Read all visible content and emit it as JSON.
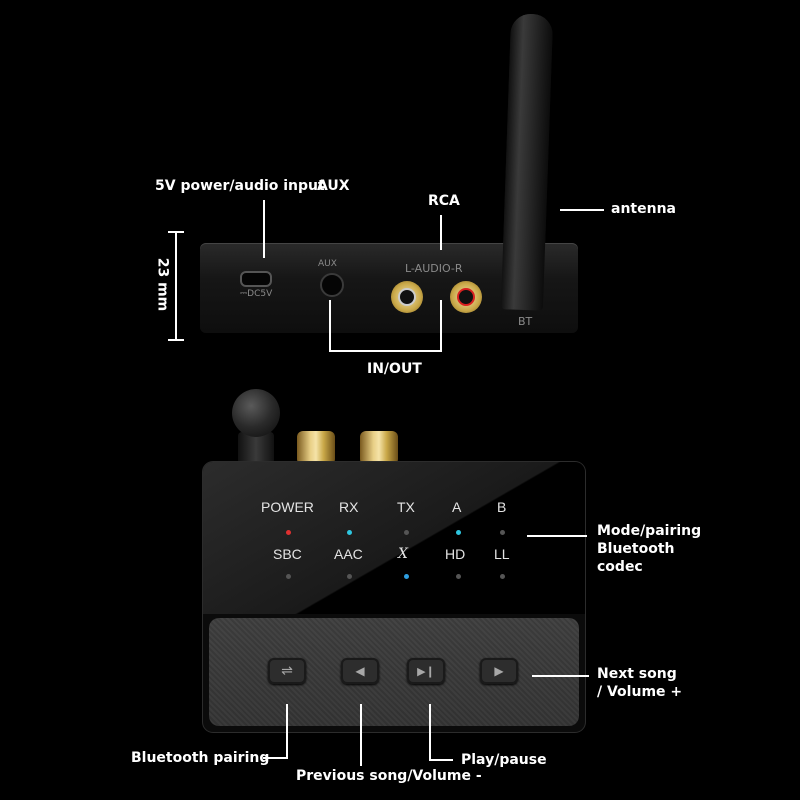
{
  "callouts": {
    "power_input": "5V power/audio input",
    "aux": "AUX",
    "rca": "RCA",
    "antenna": "antenna",
    "dimension": "23 mm",
    "in_out": "IN/OUT",
    "mode_pairing_line1": "Mode/pairing",
    "mode_pairing_line2": "Bluetooth",
    "mode_pairing_line3": "codec",
    "next_song_line1": "Next song",
    "next_song_line2": "/ Volume +",
    "bluetooth_pairing": "Bluetooth pairing",
    "play_pause": "Play/pause",
    "prev_song": "Previous song/Volume -"
  },
  "device_markings": {
    "usb_label": "⎓DC5V",
    "aux_label": "AUX",
    "rca_label": "L-AUDIO-R",
    "bt_label": "BT"
  },
  "indicators": {
    "row1": [
      {
        "label": "POWER",
        "led": "#e03030"
      },
      {
        "label": "RX",
        "led": "#2ec6e0"
      },
      {
        "label": "TX",
        "led": "#555555"
      },
      {
        "label": "A",
        "led": "#2ec6e0"
      },
      {
        "label": "B",
        "led": "#555555"
      }
    ],
    "row2": [
      {
        "label": "SBC",
        "led": "#555555"
      },
      {
        "label": "AAC",
        "led": "#555555"
      },
      {
        "label": "X",
        "led": "#2e9ee0"
      },
      {
        "label": "HD",
        "led": "#555555"
      },
      {
        "label": "LL",
        "led": "#555555"
      }
    ]
  },
  "buttons": {
    "pairing_icon": "⇌",
    "prev_icon": "◀",
    "play_pause_icon": "▶❙",
    "next_icon": "▶"
  }
}
